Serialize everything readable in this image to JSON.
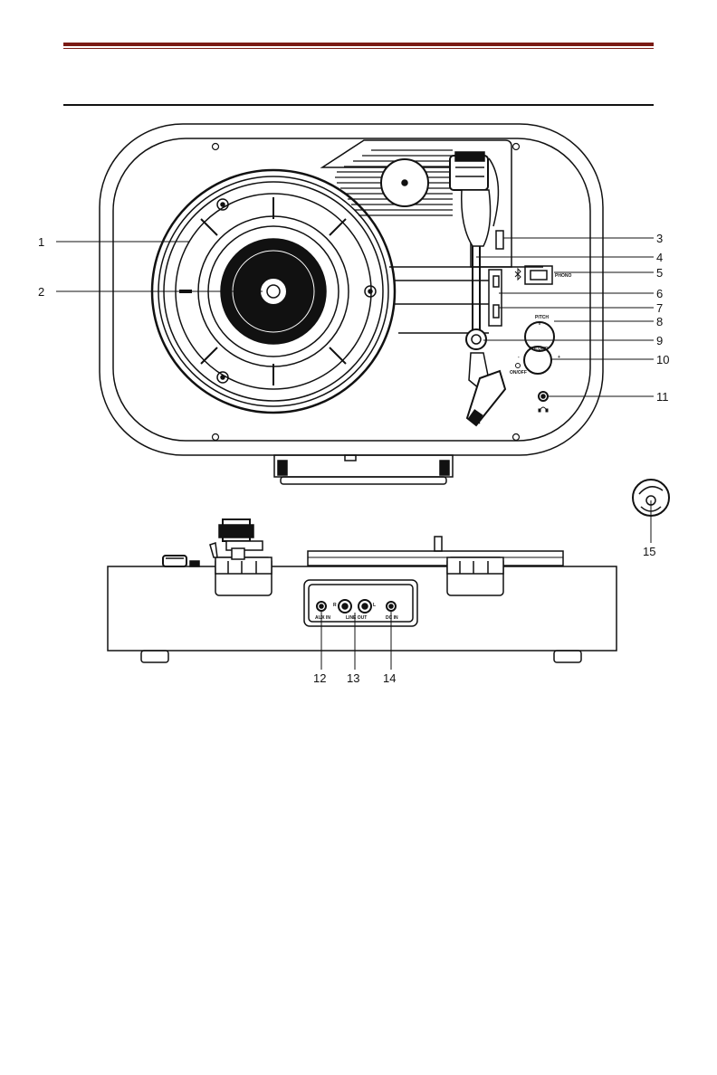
{
  "colors": {
    "header_bar": "#7a1a14",
    "line": "#111111"
  },
  "panel_labels": {
    "phono": "PHONO",
    "pitch": "PITCH",
    "volume": "VOLUME",
    "on_off": "ON/OFF",
    "aux_in": "AUX IN",
    "line_out": "LINE OUT",
    "line_out_r": "R",
    "line_out_l": "L",
    "dc_in": "DC IN",
    "pitch_minus": "-",
    "pitch_plus": "+"
  },
  "callouts": [
    "1",
    "2",
    "3",
    "4",
    "5",
    "6",
    "7",
    "8",
    "9",
    "10",
    "11",
    "12",
    "13",
    "14",
    "15"
  ],
  "icons": [
    "bluetooth-icon",
    "headphone-icon"
  ]
}
